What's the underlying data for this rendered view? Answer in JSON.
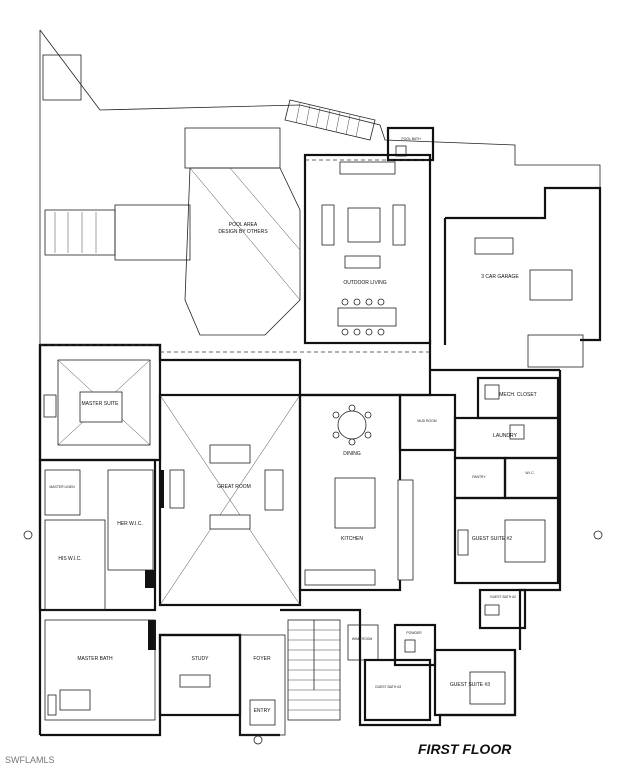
{
  "plan_title": "FIRST FLOOR",
  "watermark": "SWFLAMLS",
  "rooms": {
    "pool_area": "POOL AREA",
    "pool_area_note": "DESIGN BY OTHERS",
    "pool_bath": "POOL BATH",
    "outdoor_living": "OUTDOOR LIVING",
    "garage": "3 CAR GARAGE",
    "master_suite": "MASTER SUITE",
    "great_room": "GREAT ROOM",
    "dining": "DINING",
    "kitchen": "KITCHEN",
    "mech_closet": "MECH. CLOSET",
    "mud_room": "MUD ROOM",
    "laundry": "LAUNDRY",
    "pantry": "PANTRY",
    "wic": "W.I.C.",
    "guest_suite_2": "GUEST SUITE #2",
    "guest_bath_2": "GUEST BATH #2",
    "master_closet": "MASTER LINEN",
    "her_wic": "HER W.I.C.",
    "his_wic": "HIS W.I.C.",
    "master_bath": "MASTER BATH",
    "study": "STUDY",
    "foyer": "FOYER",
    "entry": "ENTRY",
    "wine_room": "WINE ROOM",
    "powder": "POWDER",
    "guest_suite_3": "GUEST SUITE #3",
    "guest_bath_3": "GUEST BATH #3"
  }
}
